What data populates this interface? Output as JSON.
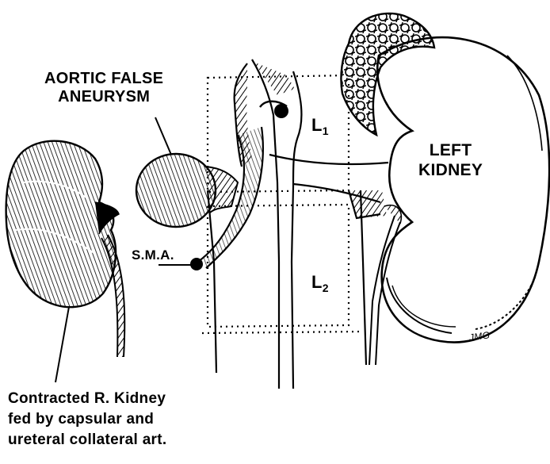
{
  "labels": {
    "aortic_line1": "AORTIC FALSE",
    "aortic_line2": "ANEURYSM",
    "left_kidney_line1": "LEFT",
    "left_kidney_line2": "KIDNEY",
    "sma": "S.M.A.",
    "l1_main": "L",
    "l1_sub": "1",
    "l2_main": "L",
    "l2_sub": "2",
    "caption_line1": "Contracted R. Kidney",
    "caption_line2": "fed by capsular and",
    "caption_line3": "ureteral collateral art.",
    "signature": "JMG"
  }
}
